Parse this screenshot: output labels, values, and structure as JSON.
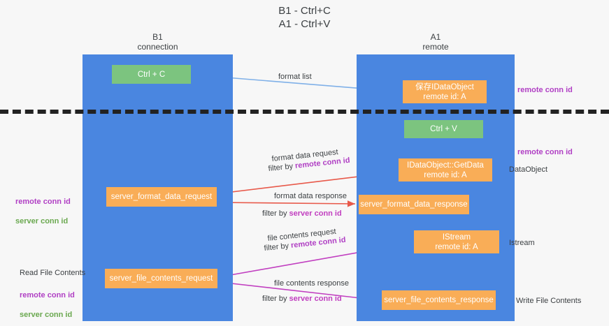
{
  "title": "B1 - Ctrl+C\nA1 - Ctrl+V",
  "columns": {
    "left": "B1\nconnection",
    "right": "A1\nremote"
  },
  "nodes": {
    "ctrl_c": "Ctrl + C",
    "save_idataobject": "保存IDataObject\nremote id: A",
    "ctrl_v": "Ctrl + V",
    "idataobject_getdata": "IDataObject::GetData\nremote id: A",
    "server_format_data_request": "server_format_data_request",
    "server_format_data_response": "server_format_data_response",
    "istream": "IStream\nremote id: A",
    "server_file_contents_request": "server_file_contents_request",
    "server_file_contents_response": "server_file_contents_response"
  },
  "edges": {
    "format_list": "format list",
    "format_data_request": "format data request",
    "filter_by_prefix": "filter by ",
    "remote_conn_id": "remote conn id",
    "server_conn_id": "server conn id",
    "format_data_response": "format data response",
    "file_contents_request": "file contents request",
    "file_contents_response": "file contents response"
  },
  "annotations": {
    "remote_conn_id_top": "remote conn id",
    "remote_conn_id_mid": "remote conn id",
    "dataobject": "DataObject",
    "istream": "Istream",
    "write_file_contents": "Write File Contents",
    "read_file_contents": "Read File Contents",
    "left_remote_conn_id": "remote conn id",
    "left_server_conn_id": "server conn id"
  },
  "colors": {
    "lane": "#4a86e0",
    "green_node": "#7cc47f",
    "orange_node": "#f9ad57",
    "purple_text": "#b03fc4",
    "green_text": "#6aa84f",
    "blue_arrow": "#7fb0e8",
    "red_arrow": "#e8594a",
    "magenta_arrow": "#c13fc0",
    "dark_arrow": "#1f2a44",
    "background": "#f7f7f7"
  }
}
